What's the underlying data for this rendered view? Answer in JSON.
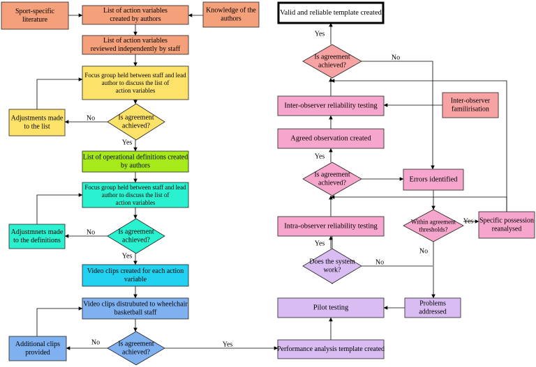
{
  "colors": {
    "orange": "#f4a07a",
    "yellow": "#fde26a",
    "lime": "#a6ea1c",
    "aqua": "#2af2d0",
    "cyan": "#22d0f0",
    "blue": "#7fb0ef",
    "lavender": "#d9bdf2",
    "pink": "#f6a6cc",
    "salmon": "#f8a3a3",
    "white": "#ffffff"
  },
  "nodes": {
    "sport_lit": [
      "Sport-specific",
      "literature"
    ],
    "list_action": [
      "List of action variables",
      "created by authors"
    ],
    "knowledge": [
      "Knowledge of the",
      "authors"
    ],
    "list_reviewed": [
      "List of action variables",
      "reviewed independently by staff"
    ],
    "focus1": [
      "Focus group held between staff and lead",
      "author to discuss the list of",
      "action variables"
    ],
    "adj_list": [
      "Adjustments made",
      "to the list"
    ],
    "agree1": [
      "Is agreement",
      "achieved?"
    ],
    "op_defs": [
      "List of operational definitions created",
      "by authors"
    ],
    "focus2": [
      "Focus group held between staff and lead",
      "author to discuss the list of",
      "action variables"
    ],
    "adj_defs": [
      "Adjustmnets made",
      "to the definitions"
    ],
    "agree2": [
      "Is agreement",
      "achieved?"
    ],
    "video_created": [
      "Video clips created for each action",
      "variable"
    ],
    "video_dist": [
      "Video clips distrubuted to wheelchair",
      "basketball staff"
    ],
    "add_clips": [
      "Additional clips",
      "provided"
    ],
    "agree3": [
      "Is agreement",
      "achieved?"
    ],
    "perf_template": [
      "Performance analysis template created"
    ],
    "pilot": [
      "Pilot testing"
    ],
    "problems": [
      "Problems",
      "addressed"
    ],
    "system_work": [
      "Does the system",
      "work?"
    ],
    "intra": [
      "Intra-observer reliability testing"
    ],
    "within": [
      "Within agreement",
      "thresholds?"
    ],
    "specific": [
      "Specific possession",
      "reanalysed"
    ],
    "agree4": [
      "Is agreement",
      "achieved?"
    ],
    "errors": [
      "Errors identified"
    ],
    "agreed_obs": [
      "Agreed observation created"
    ],
    "inter": [
      "Inter-observer reliability testing"
    ],
    "inter_fam": [
      "Inter-observer",
      "familirisation"
    ],
    "agree5": [
      "Is agreement",
      "achieved?"
    ],
    "valid": [
      "Valid and reliable template created"
    ]
  },
  "edge_labels": {
    "no": "No",
    "yes": "Yes"
  }
}
